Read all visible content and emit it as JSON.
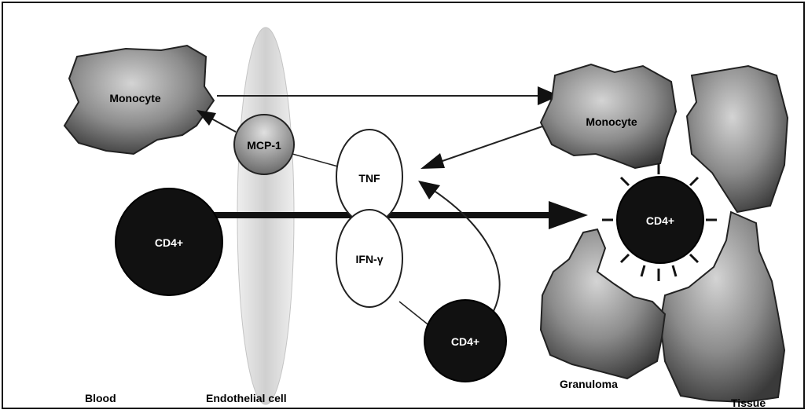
{
  "labels": {
    "monocyte_left": "Monocyte",
    "monocyte_right": "Monocyte",
    "mcp1": "MCP-1",
    "tnf": "TNF",
    "ifn": "IFN-γ",
    "cd4_left": "CD4+",
    "cd4_bottom": "CD4+",
    "cd4_right": "CD4+",
    "blood": "Blood",
    "endothelial": "Endothelial cell",
    "granuloma": "Granuloma",
    "tissue": "Tissue"
  },
  "colors": {
    "cell_dark": "#111111",
    "monocyte_fill": "#8a8a8a",
    "endothelium": "#d6d6d6",
    "line": "#222222"
  }
}
